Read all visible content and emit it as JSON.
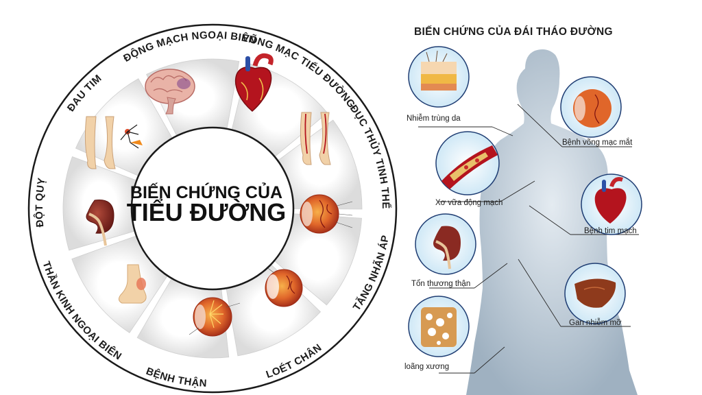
{
  "wheel": {
    "center_line1": "BIẾN CHỨNG CỦA",
    "center_line2": "TIỂU ĐƯỜNG",
    "segments": [
      {
        "label": "ĐỘT QUỴ",
        "icon": "brain-icon"
      },
      {
        "label": "ĐAU TIM",
        "icon": "heart-icon"
      },
      {
        "label": "ĐỘNG MẠCH NGOẠI BIÊN",
        "icon": "leg-arteries-icon"
      },
      {
        "label": "VÕNG MẠC TIỂU ĐƯỜNG",
        "icon": "eye-retina-icon"
      },
      {
        "label": "ĐỤC THỦY TINH THỂ",
        "icon": "eye-cataract-icon"
      },
      {
        "label": "TĂNG NHÃN ÁP",
        "icon": "eye-glaucoma-icon"
      },
      {
        "label": "LOÉT CHÂN",
        "icon": "foot-ulcer-icon"
      },
      {
        "label": "BỆNH THẬN",
        "icon": "kidney-icon"
      },
      {
        "label": "THẦN KINH NGOẠI BIÊN",
        "icon": "nerve-legs-icon"
      }
    ]
  },
  "body_panel": {
    "title": "BIẾN CHỨNG CỦA ĐÁI THÁO ĐƯỜNG",
    "labels": {
      "skin": "Nhiễm trùng da",
      "artery": "Xơ vữa động mạch",
      "kidney": "Tổn thương thận",
      "bone": "loãng xương",
      "retina": "Bệnh võng mạc mắt",
      "heart": "Bệnh tim mạch",
      "liver": "Gan nhiễm mỡ"
    }
  },
  "colors": {
    "silhouette": "#aebdca",
    "artery_red": "#b4141e",
    "plaque": "#e8c06a",
    "kidney": "#8a2a22",
    "liver": "#8e3a1c",
    "eye_orange": "#e0662a",
    "wheel_segment": "#e6e6e6"
  }
}
